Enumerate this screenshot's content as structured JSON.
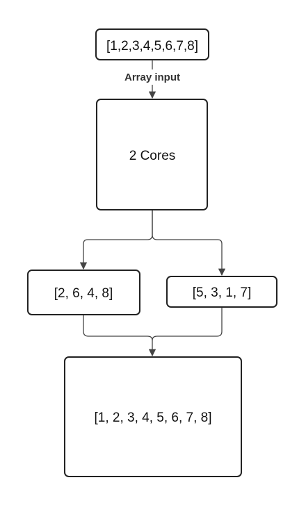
{
  "diagram": {
    "input_node": {
      "label": "[1,2,3,4,5,6,7,8]"
    },
    "edge_input_label": "Array input",
    "cores_node": {
      "label": "2 Cores"
    },
    "left_chunk": {
      "label": "[2, 6, 4, 8]"
    },
    "right_chunk": {
      "label": "[5, 3, 1, 7]"
    },
    "result_node": {
      "label": "[1, 2, 3, 4, 5, 6, 7, 8]"
    }
  }
}
